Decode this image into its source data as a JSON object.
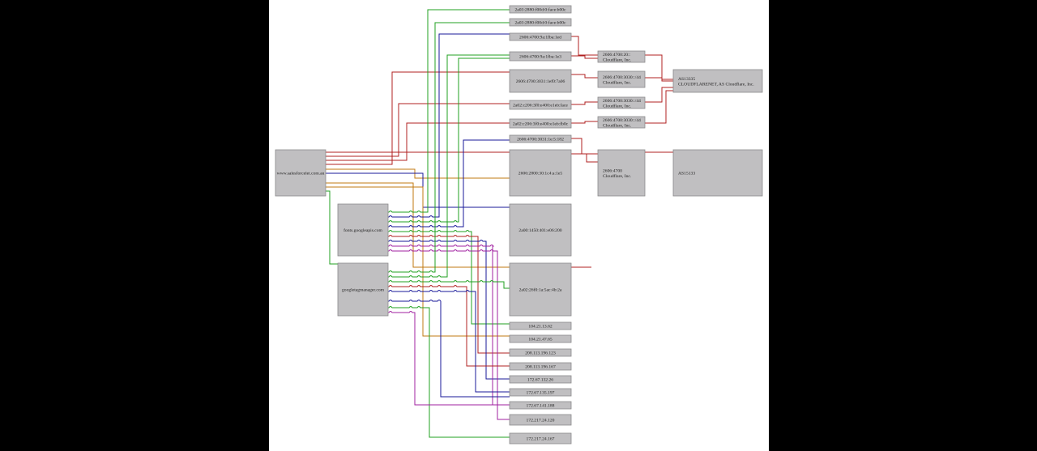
{
  "colors": {
    "red": "#b02020",
    "green": "#20a020",
    "blue": "#1a1a9a",
    "magenta": "#a020a0",
    "orange": "#c07a10",
    "node_fill": "#c0bfc1",
    "canvas": "#ffffff",
    "backdrop": "#000000"
  },
  "diagram": {
    "sources": [
      {
        "id": "s0",
        "label": "www.salesforcelet.com.au"
      },
      {
        "id": "s1",
        "label": "fonts.googleapis.com"
      },
      {
        "id": "s2",
        "label": "googletagmanager.com"
      }
    ],
    "ips": [
      {
        "id": "i0",
        "label": "2a03:2880:f00d:0:face:b00c"
      },
      {
        "id": "i1",
        "label": "2a03:2880:f00d:0:face:b00c"
      },
      {
        "id": "i2",
        "label": "2606:4700:9a:1fba:1ed"
      },
      {
        "id": "i3",
        "label": "2606:4700:9a:1fba:1e3"
      },
      {
        "id": "i4",
        "label": "2606:4700:3031:1ef0:7a06"
      },
      {
        "id": "i5",
        "label": "2a02:c206:3f0:e400:e1eb:face"
      },
      {
        "id": "i6",
        "label": "2a02:c206:3f0:e400:e1eb:fb0c"
      },
      {
        "id": "i7",
        "label": "2606:4700:3031:1e:5:182"
      },
      {
        "id": "i8",
        "label": "2606:2800:30:1c4:a:1e5"
      },
      {
        "id": "i9",
        "label": "2a00:1450:401:e06:200"
      },
      {
        "id": "i10",
        "label": "2a02:26f0:1a:5ac:4b:2a"
      },
      {
        "id": "i11",
        "label": "104.21.13.62"
      },
      {
        "id": "i12",
        "label": "104.21.47.65"
      },
      {
        "id": "i13",
        "label": "208.113.196.123"
      },
      {
        "id": "i14",
        "label": "208.113.196.167"
      },
      {
        "id": "i15",
        "label": "172.67.132.26"
      },
      {
        "id": "i16",
        "label": "172.67.135.197"
      },
      {
        "id": "i17",
        "label": "172.67.141.188"
      },
      {
        "id": "i18",
        "label": "172.217.24.120"
      },
      {
        "id": "i19",
        "label": "172.217.24.167"
      }
    ],
    "prefixes": [
      {
        "id": "p0",
        "label": "2606:4700:20::\nCloudflare, Inc."
      },
      {
        "id": "p1",
        "label": "2606:4700:3030::/44\nCloudflare, Inc."
      },
      {
        "id": "p2",
        "label": "2606:4700:3030::/44\nCloudflare, Inc."
      },
      {
        "id": "p3",
        "label": "2606:4700:3030::/44\nCloudflare, Inc."
      },
      {
        "id": "p4",
        "label": "2606:4700\nCloudflare, Inc."
      }
    ],
    "asns": [
      {
        "id": "a0",
        "label": "AS13335\nCLOUDFLARENET, AS Cloudflare, Inc."
      },
      {
        "id": "a1",
        "label": "AS15133"
      }
    ]
  }
}
